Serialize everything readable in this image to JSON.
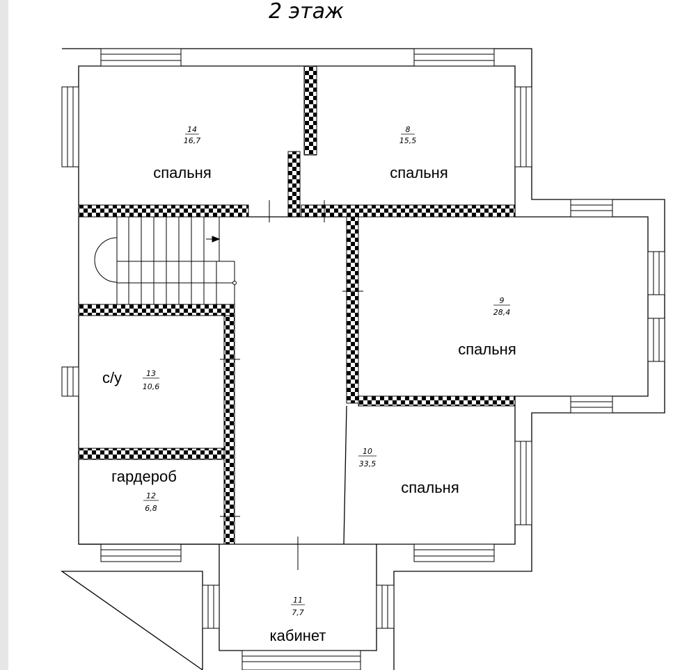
{
  "title": "2 этаж",
  "rooms": [
    {
      "id": "bedroom-14",
      "label": "спальня",
      "number": "14",
      "area": "16,7"
    },
    {
      "id": "bedroom-8",
      "label": "спальня",
      "number": "8",
      "area": "15,5"
    },
    {
      "id": "bedroom-9",
      "label": "спальня",
      "number": "9",
      "area": "28,4"
    },
    {
      "id": "bathroom-13",
      "label": "с/у",
      "number": "13",
      "area": "10,6"
    },
    {
      "id": "wardrobe-12",
      "label": "гардероб",
      "number": "12",
      "area": "6,8"
    },
    {
      "id": "bedroom-10",
      "label": "спальня",
      "number": "10",
      "area": "33,5"
    },
    {
      "id": "office-11",
      "label": "кабинет",
      "number": "11",
      "area": "7,7"
    }
  ]
}
